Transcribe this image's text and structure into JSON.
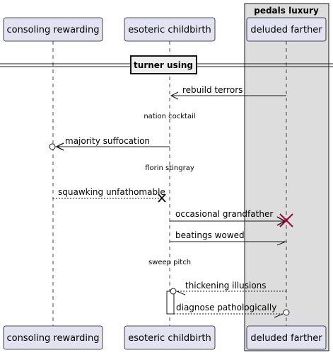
{
  "box": {
    "title": "pedals luxury"
  },
  "participants": [
    {
      "id": "p1",
      "name": "consoling rewarding"
    },
    {
      "id": "p2",
      "name": "esoteric childbirth"
    },
    {
      "id": "p3",
      "name": "deluded farther"
    }
  ],
  "divider": {
    "label": "turner using"
  },
  "messages": [
    {
      "text": "rebuild terrors"
    },
    {
      "text": "majority suffocation"
    },
    {
      "text": "squawking unfathomable"
    },
    {
      "text": "occasional grandfather"
    },
    {
      "text": "beatings wowed"
    },
    {
      "text": "thickening illusions"
    },
    {
      "text": "diagnose pathologically"
    }
  ],
  "delays": [
    {
      "text": "nation cocktail"
    },
    {
      "text": "florin stingray"
    },
    {
      "text": "sweep pitch"
    }
  ],
  "colors": {
    "participant_fill": "#E2E2F0",
    "participant_border": "#181818",
    "box_fill": "#DDDDDD",
    "destroy": "#A80036"
  }
}
